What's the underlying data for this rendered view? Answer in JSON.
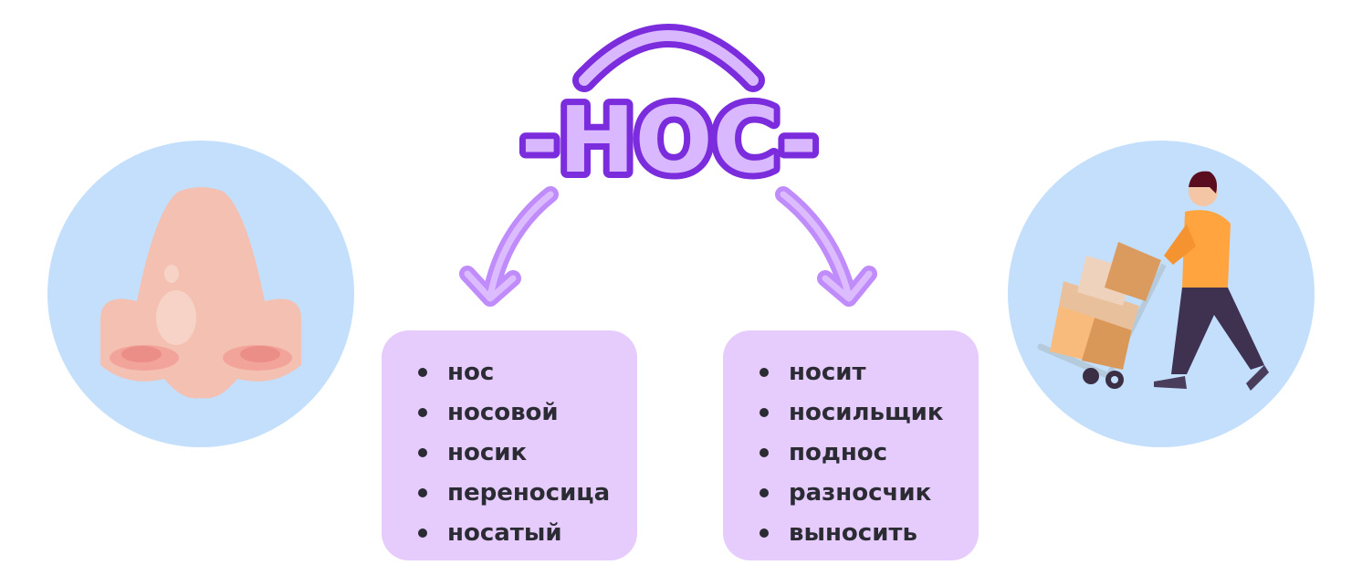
{
  "root": "-НОС-",
  "left_words": [
    "нос",
    "носовой",
    "носик",
    "переносица",
    "носатый"
  ],
  "right_words": [
    "носит",
    "носильщик",
    "поднос",
    "разносчик",
    "выносить"
  ],
  "colors": {
    "purple_dark": "#7b2cdc",
    "purple_light": "#d9b8ff",
    "arrow": "#c08cfb",
    "box": "#e5ccfd",
    "circle": "#c4dffc"
  }
}
